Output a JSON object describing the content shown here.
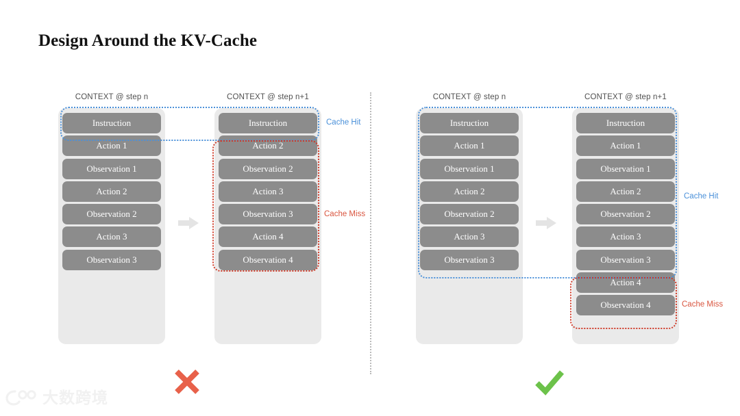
{
  "title": "Design Around the KV-Cache",
  "colors": {
    "cache_hit": "#4a90d9",
    "cache_miss": "#d9553f",
    "chip_fill": "#8c8c8c",
    "panel_fill": "#eaeaea",
    "cross": "#e8614a",
    "check": "#6cc24a",
    "title": "#121212"
  },
  "labels": {
    "cache_hit": "Cache Hit",
    "cache_miss": "Cache Miss",
    "context_step_n": "CONTEXT @ step n",
    "context_step_n1": "CONTEXT @ step n+1"
  },
  "left_example": {
    "verdict": "cross-icon",
    "col1": {
      "header": "CONTEXT @ step n",
      "chips": [
        "Instruction",
        "Action 1",
        "Observation 1",
        "Action 2",
        "Observation 2",
        "Action 3",
        "Observation 3"
      ]
    },
    "col2": {
      "header": "CONTEXT @ step n+1",
      "chips": [
        "Instruction",
        "Action 2",
        "Observation 2",
        "Action 3",
        "Observation 3",
        "Action 4",
        "Observation 4"
      ]
    },
    "region_hit_label": "Cache Hit",
    "region_miss_label": "Cache Miss"
  },
  "right_example": {
    "verdict": "check-icon",
    "col1": {
      "header": "CONTEXT @ step n",
      "chips": [
        "Instruction",
        "Action 1",
        "Observation 1",
        "Action 2",
        "Observation 2",
        "Action 3",
        "Observation 3"
      ]
    },
    "col2": {
      "header": "CONTEXT @ step n+1",
      "chips": [
        "Instruction",
        "Action 1",
        "Observation 1",
        "Action 2",
        "Observation 2",
        "Action 3",
        "Observation 3",
        "Action 4",
        "Observation 4"
      ]
    },
    "region_hit_label": "Cache Hit",
    "region_miss_label": "Cache Miss"
  },
  "watermark": {
    "text": "大数跨境",
    "logo": "logo-icon"
  }
}
